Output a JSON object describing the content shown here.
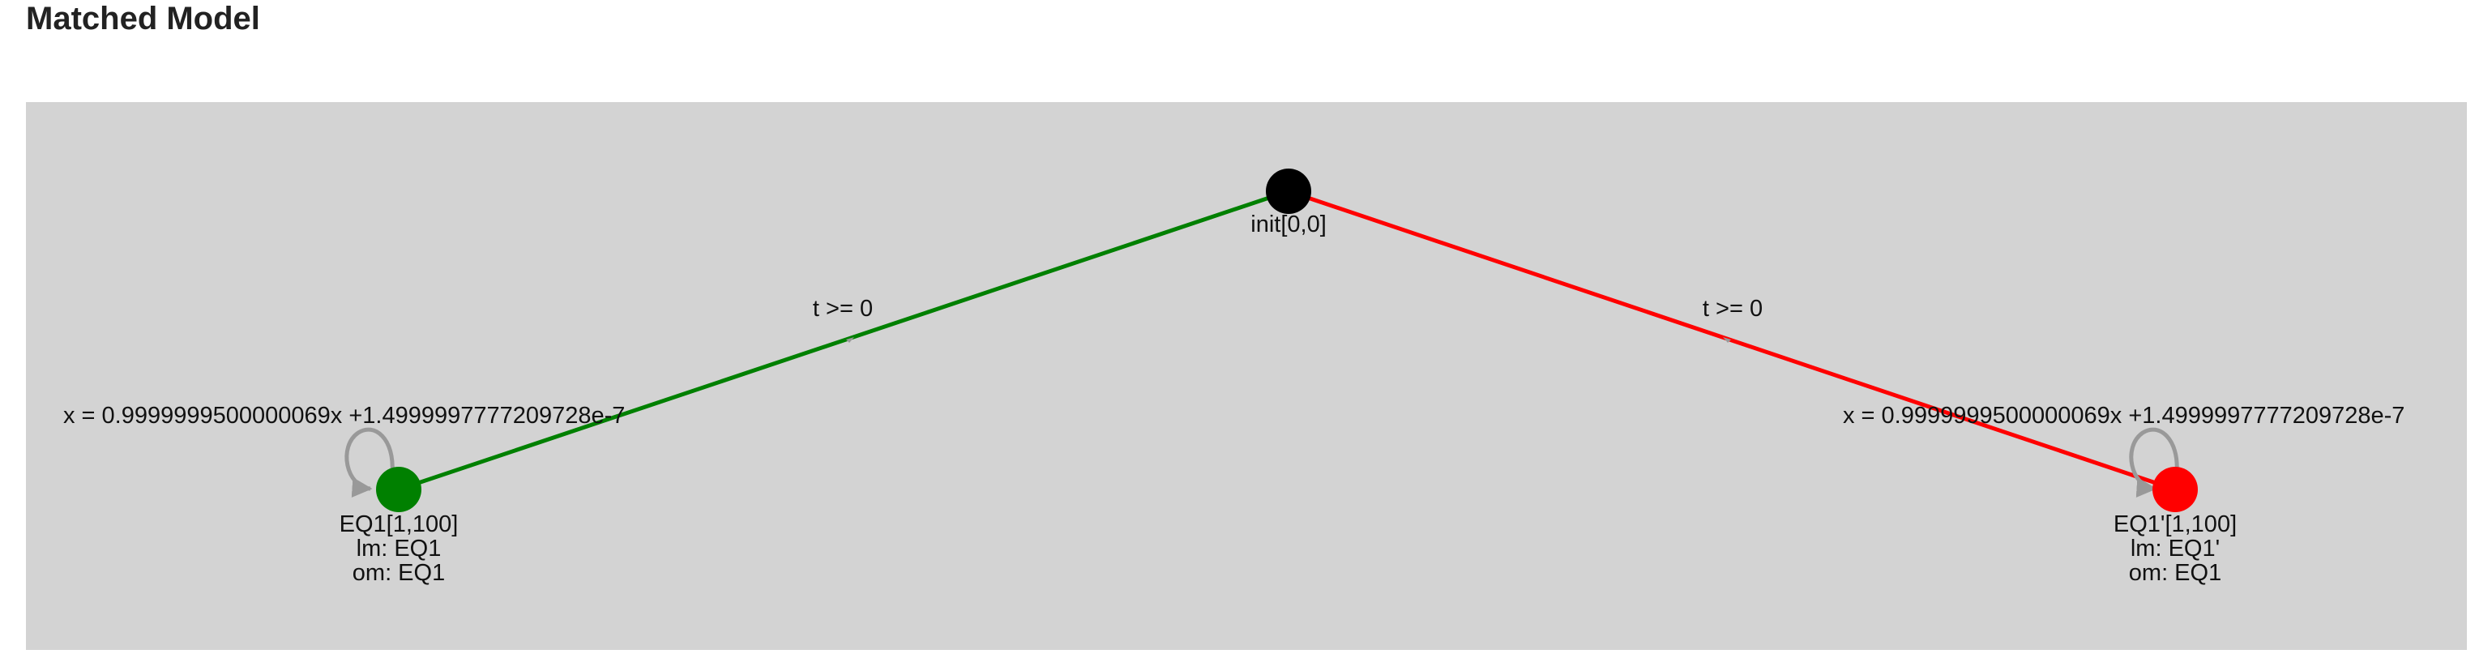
{
  "page": {
    "title": "Matched Model"
  },
  "graph": {
    "background_color": "#d3d3d3",
    "nodes": [
      {
        "id": "init",
        "label": "init[0,0]",
        "color": "#000000",
        "lines": []
      },
      {
        "id": "eq1",
        "label": "EQ1[1,100]",
        "color": "#008000",
        "lines": [
          "lm: EQ1",
          "om: EQ1"
        ],
        "self_loop_label": "x = 0.9999999500000069x +1.4999997777209728e-7"
      },
      {
        "id": "eq1prime",
        "label": "EQ1'[1,100]",
        "color": "#ff0000",
        "lines": [
          "lm: EQ1'",
          "om: EQ1"
        ],
        "self_loop_label": "x = 0.9999999500000069x +1.4999997777209728e-7"
      }
    ],
    "edges": [
      {
        "from": "init",
        "to": "eq1",
        "label": "t >= 0",
        "color": "#008000"
      },
      {
        "from": "init",
        "to": "eq1prime",
        "label": "t >= 0",
        "color": "#ff0000"
      }
    ],
    "self_loop_color": "#999999"
  }
}
